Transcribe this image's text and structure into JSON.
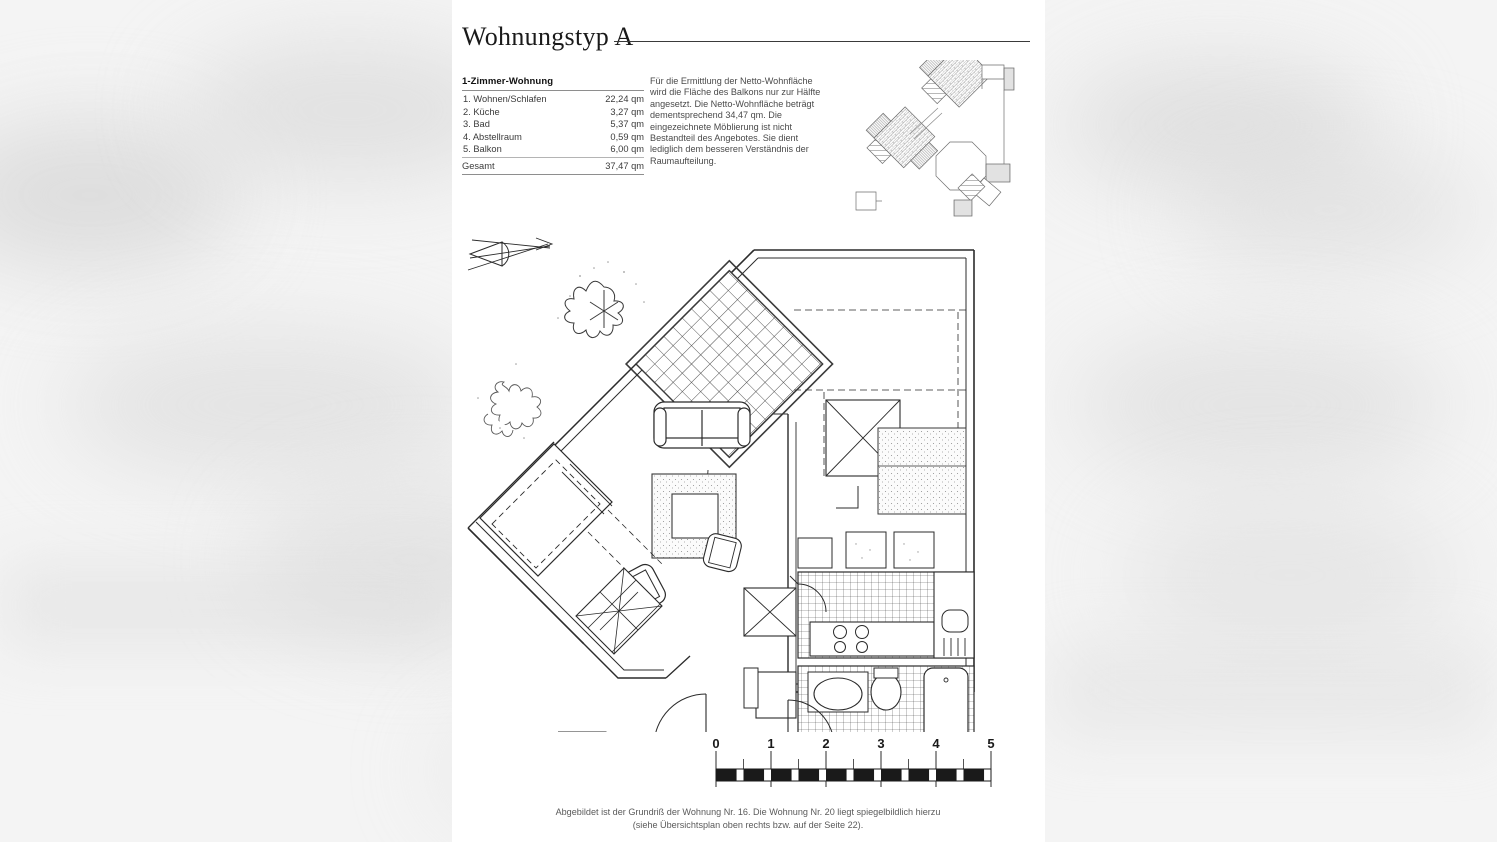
{
  "document": {
    "title": "Wohnungstyp A",
    "caption_line1": "Abgebildet ist der Grundriß der Wohnung Nr. 16. Die Wohnung Nr. 20 liegt spiegelbildlich hierzu",
    "caption_line2": "(siehe Übersichtsplan oben rechts bzw. auf der Seite 22)."
  },
  "areas_table": {
    "heading": "1-Zimmer-Wohnung",
    "rows": [
      {
        "label": "1. Wohnen/Schlafen",
        "value": "22,24 qm"
      },
      {
        "label": "2. Küche",
        "value": "3,27 qm"
      },
      {
        "label": "3. Bad",
        "value": "5,37 qm"
      },
      {
        "label": "4. Abstellraum",
        "value": "0,59 qm"
      },
      {
        "label": "5. Balkon",
        "value": "6,00 qm"
      }
    ],
    "total_label": "Gesamt",
    "total_value": "37,47 qm"
  },
  "description": {
    "text": "Für die Ermittlung der Netto-Wohnfläche wird die Fläche des Balkons nur zur Hälfte angesetzt. Die Netto-Wohnfläche beträgt dementsprechend 34,47 qm. Die eingezeichnete Möblierung ist nicht Bestandteil des Angebotes. Sie dient lediglich dem besseren Verständnis der Raumaufteilung."
  },
  "scale_bar": {
    "unit_labels": [
      "0",
      "1",
      "2",
      "3",
      "4",
      "5"
    ],
    "segments": 20,
    "min": 0,
    "max": 5
  },
  "colors": {
    "ink": "#2b2b2b",
    "light_ink": "#6b6b6b",
    "page": "#ffffff",
    "backdrop": "#f2f2f2",
    "hatch": "#7a7a7a"
  }
}
